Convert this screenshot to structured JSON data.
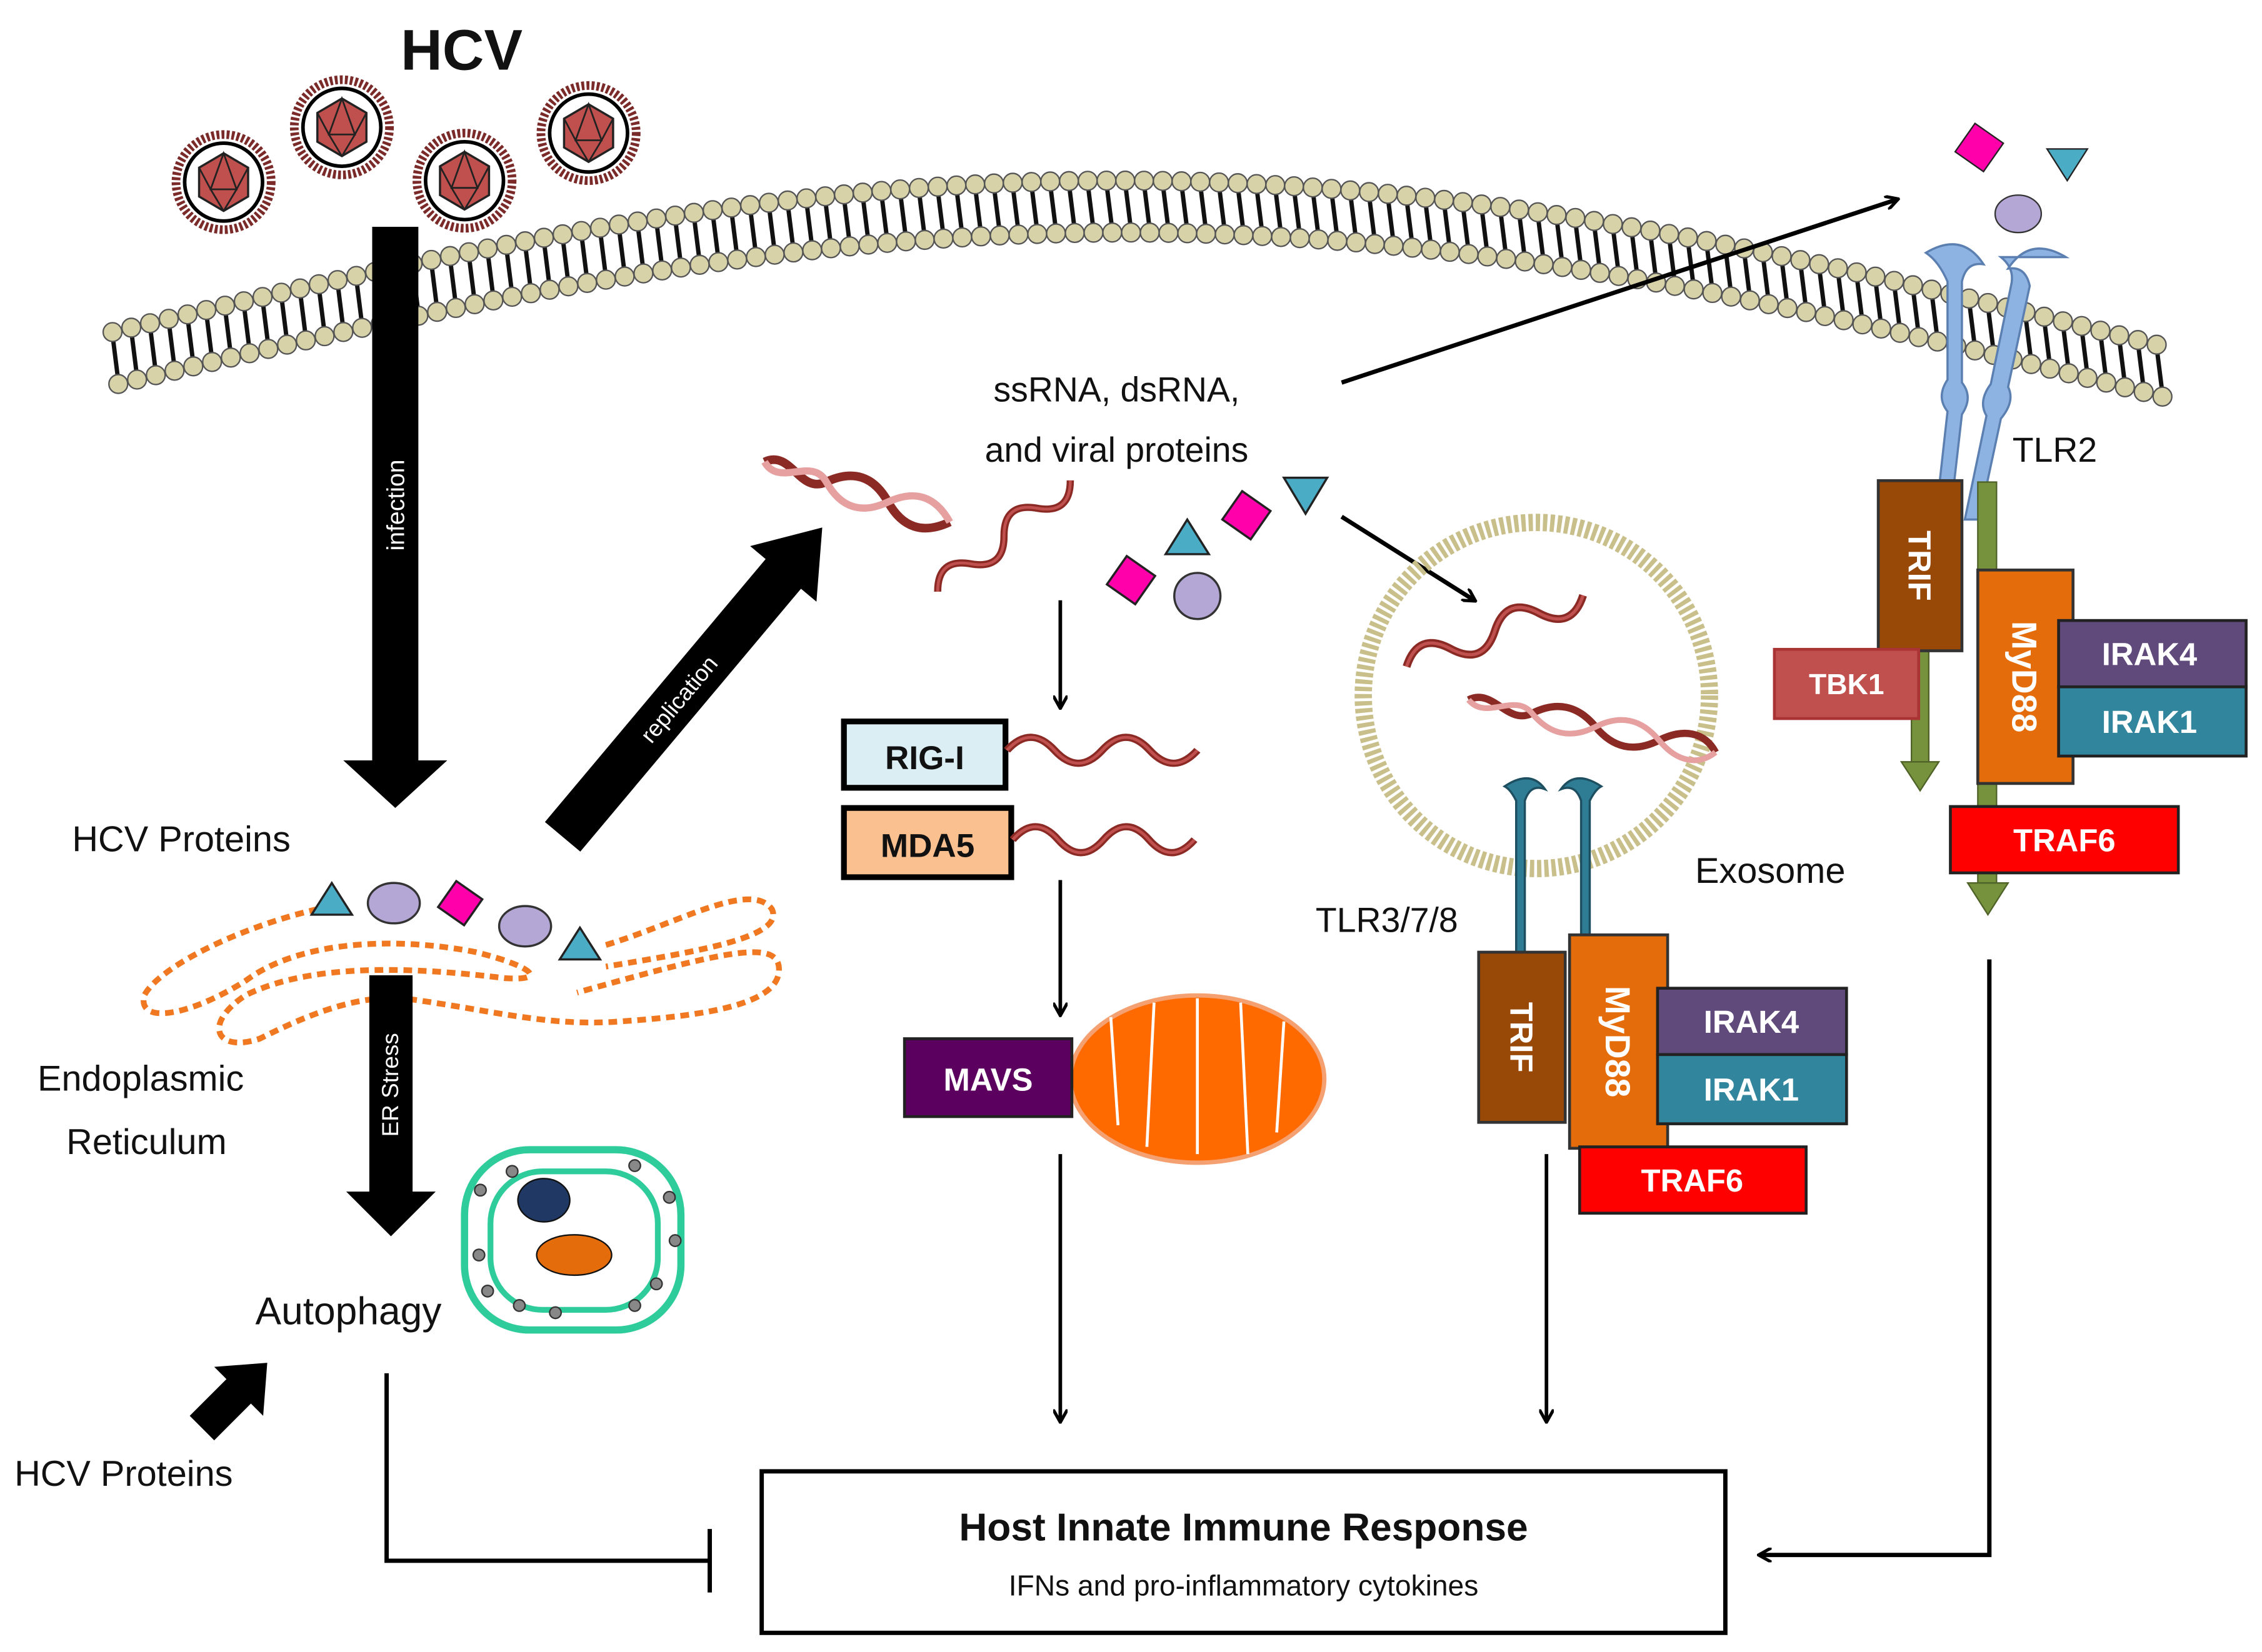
{
  "title": "HCV",
  "labels": {
    "infection": "infection",
    "replication": "replication",
    "er_stress": "ER Stress",
    "hcv_proteins_top": "HCV Proteins",
    "hcv_proteins_bottom": "HCV Proteins",
    "er_line1": "Endoplasmic",
    "er_line2": "Reticulum",
    "autophagy": "Autophagy",
    "pamps_line1": "ssRNA, dsRNA,",
    "pamps_line2": "and viral proteins",
    "exosome": "Exosome",
    "tlr378": "TLR3/7/8",
    "tlr2": "TLR2"
  },
  "boxes": {
    "rigi": "RIG-I",
    "mda5": "MDA5",
    "mavs": "MAVS",
    "trif_exo": "TRIF",
    "myd88_exo": "MyD88",
    "irak4_exo": "IRAK4",
    "irak1_exo": "IRAK1",
    "traf6_exo": "TRAF6",
    "trif_tlr2": "TRIF",
    "myd88_tlr2": "MyD88",
    "irak4_tlr2": "IRAK4",
    "irak1_tlr2": "IRAK1",
    "traf6_tlr2": "TRAF6",
    "tbk1": "TBK1"
  },
  "response": {
    "title": "Host Innate Immune Response",
    "subtitle": "IFNs and pro-inflammatory cytokines"
  },
  "colors": {
    "virus": "#c0504d",
    "membrane_head": "#d8d2a8",
    "er": "#f07820",
    "triangle": "#4bacc6",
    "diamond": "#ff00aa",
    "circle": "#b4a7d6",
    "rigi_fill": "#daeef3",
    "mda5_fill": "#fac090",
    "mavs_fill": "#5c0060",
    "mito": "#ff6a00",
    "trif": "#984807",
    "myd88": "#e46c0a",
    "irak4": "#604a7b",
    "irak1": "#31859c",
    "traf6": "#ff0000",
    "tbk1": "#c0504d",
    "tlr2": "#8db3e2",
    "tlr378": "#2e7d95",
    "signal_arrow": "#76923c",
    "autophagosome": "#2ecc9a"
  }
}
